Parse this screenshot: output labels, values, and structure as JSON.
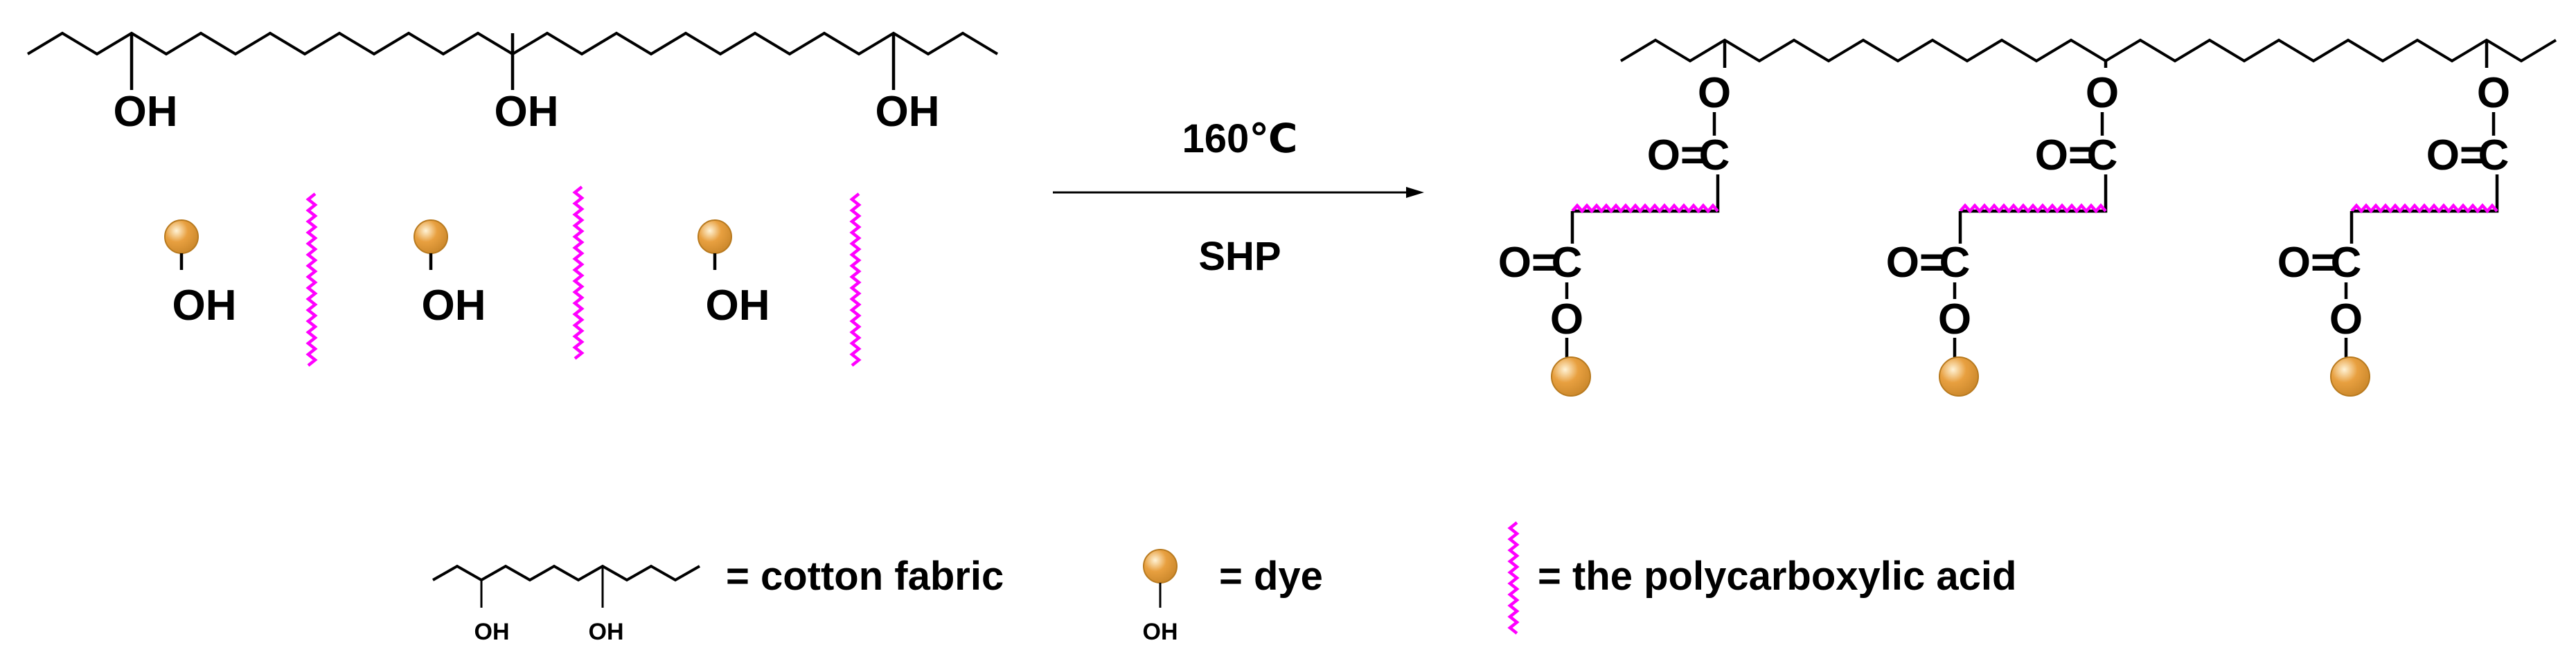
{
  "reaction": {
    "condition_top": "160℃",
    "condition_bottom": "SHP"
  },
  "labels": {
    "hydroxyl": "OH",
    "oxygen": "O",
    "carbon": "C",
    "carbonyl": "O="
  },
  "legend": {
    "fabric_text": "=  cotton fabric",
    "dye_text": "=  dye",
    "acid_text": "= the polycarboxylic acid"
  },
  "colors": {
    "acid_wave": "#ff00ff",
    "dye_sphere": "#e8a040",
    "dye_highlight": "#fff3d6",
    "dye_outline": "#b87a1f",
    "line": "#000000"
  },
  "icons": {
    "dye": "dye-sphere-icon",
    "acid": "wavy-line-icon",
    "fabric": "zigzag-chain-icon"
  }
}
